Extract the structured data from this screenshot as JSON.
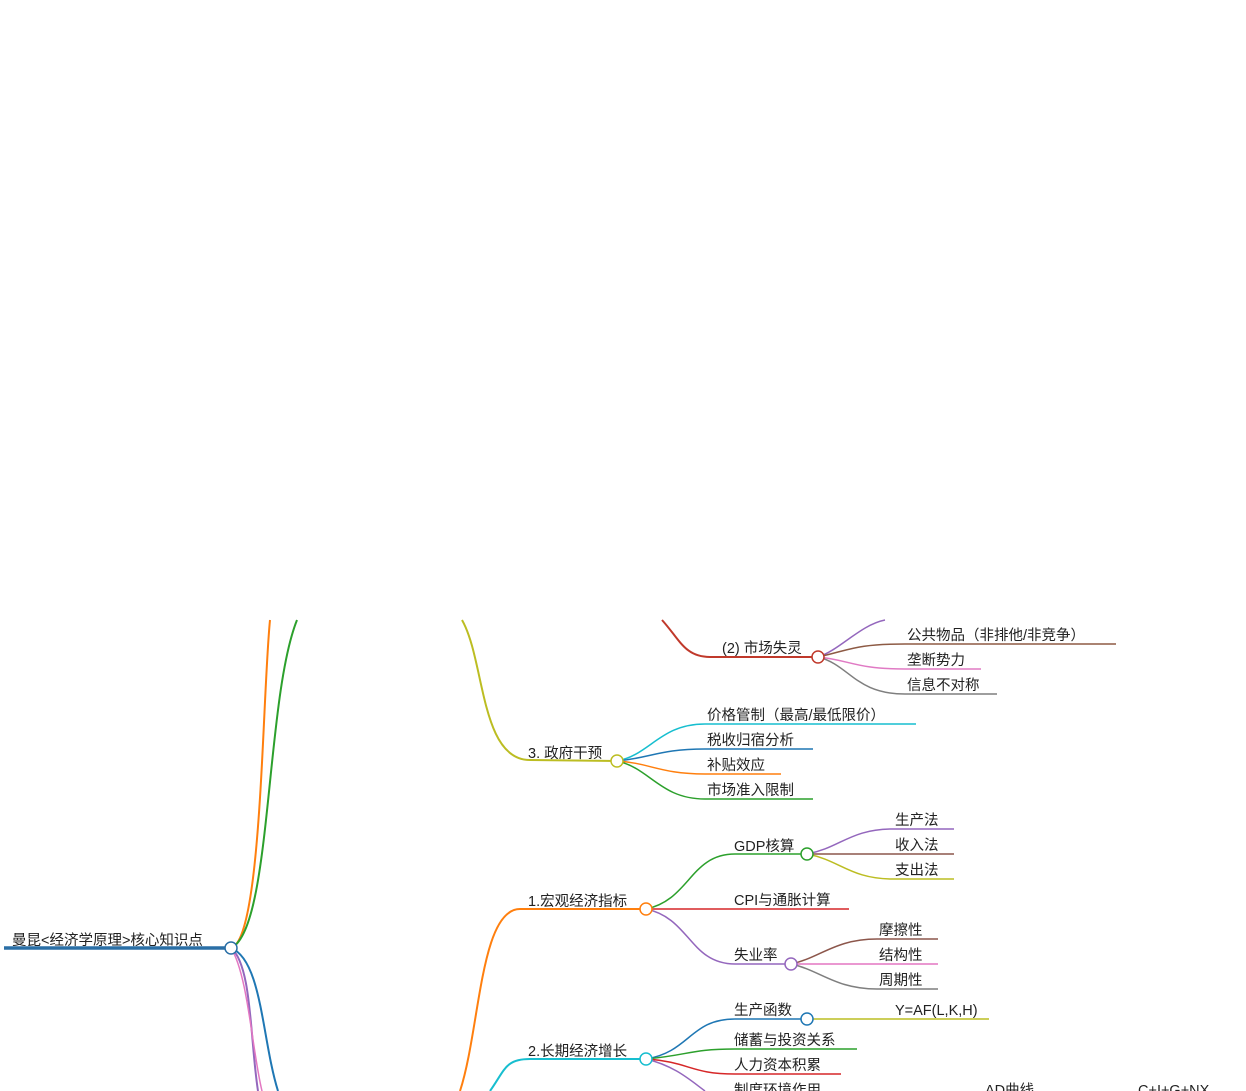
{
  "root": {
    "label": "曼昆<经济学原理>核心知识点",
    "color": "#2a6fa6"
  },
  "branches": {
    "market_failure": {
      "label": "(2) 市场失灵",
      "color": "#c0392b",
      "children": [
        {
          "label": "公共物品（非排他/非竞争）",
          "color": "#8d5a44"
        },
        {
          "label": "垄断势力",
          "color": "#e07ac4"
        },
        {
          "label": "信息不对称",
          "color": "#7f7f7f"
        }
      ]
    },
    "gov_intervention": {
      "label": "3. 政府干预",
      "color": "#bcbd22",
      "children": [
        {
          "label": "价格管制（最高/最低限价）",
          "color": "#17becf"
        },
        {
          "label": "税收归宿分析",
          "color": "#1f77b4"
        },
        {
          "label": "补贴效应",
          "color": "#ff7f0e"
        },
        {
          "label": "市场准入限制",
          "color": "#2ca02c"
        }
      ]
    },
    "macro_indicators": {
      "label": "1.宏观经济指标",
      "color": "#ff7f0e",
      "children": [
        {
          "label": "GDP核算",
          "color": "#2ca02c",
          "children": [
            {
              "label": "生产法",
              "color": "#9467bd"
            },
            {
              "label": "收入法",
              "color": "#8c564b"
            },
            {
              "label": "支出法",
              "color": "#bcbd22"
            }
          ]
        },
        {
          "label": "CPI与通胀计算",
          "color": "#d62728"
        },
        {
          "label": "失业率",
          "color": "#9467bd",
          "children": [
            {
              "label": "摩擦性",
              "color": "#8c564b"
            },
            {
              "label": "结构性",
              "color": "#e377c2"
            },
            {
              "label": "周期性",
              "color": "#7f7f7f"
            }
          ]
        }
      ]
    },
    "long_growth": {
      "label": "2.长期经济增长",
      "color": "#17becf",
      "children": [
        {
          "label": "生产函数",
          "color": "#1f77b4",
          "children": [
            {
              "label": "Y=AF(L,K,H)",
              "color": "#bcbd22"
            }
          ]
        },
        {
          "label": "储蓄与投资关系",
          "color": "#2ca02c"
        },
        {
          "label": "人力资本积累",
          "color": "#d62728"
        },
        {
          "label": "制度环境作用",
          "color": "#9467bd"
        }
      ]
    },
    "partial_labels": {
      "ad_curve": "AD曲线",
      "formula": "C+I+G+NX"
    }
  }
}
